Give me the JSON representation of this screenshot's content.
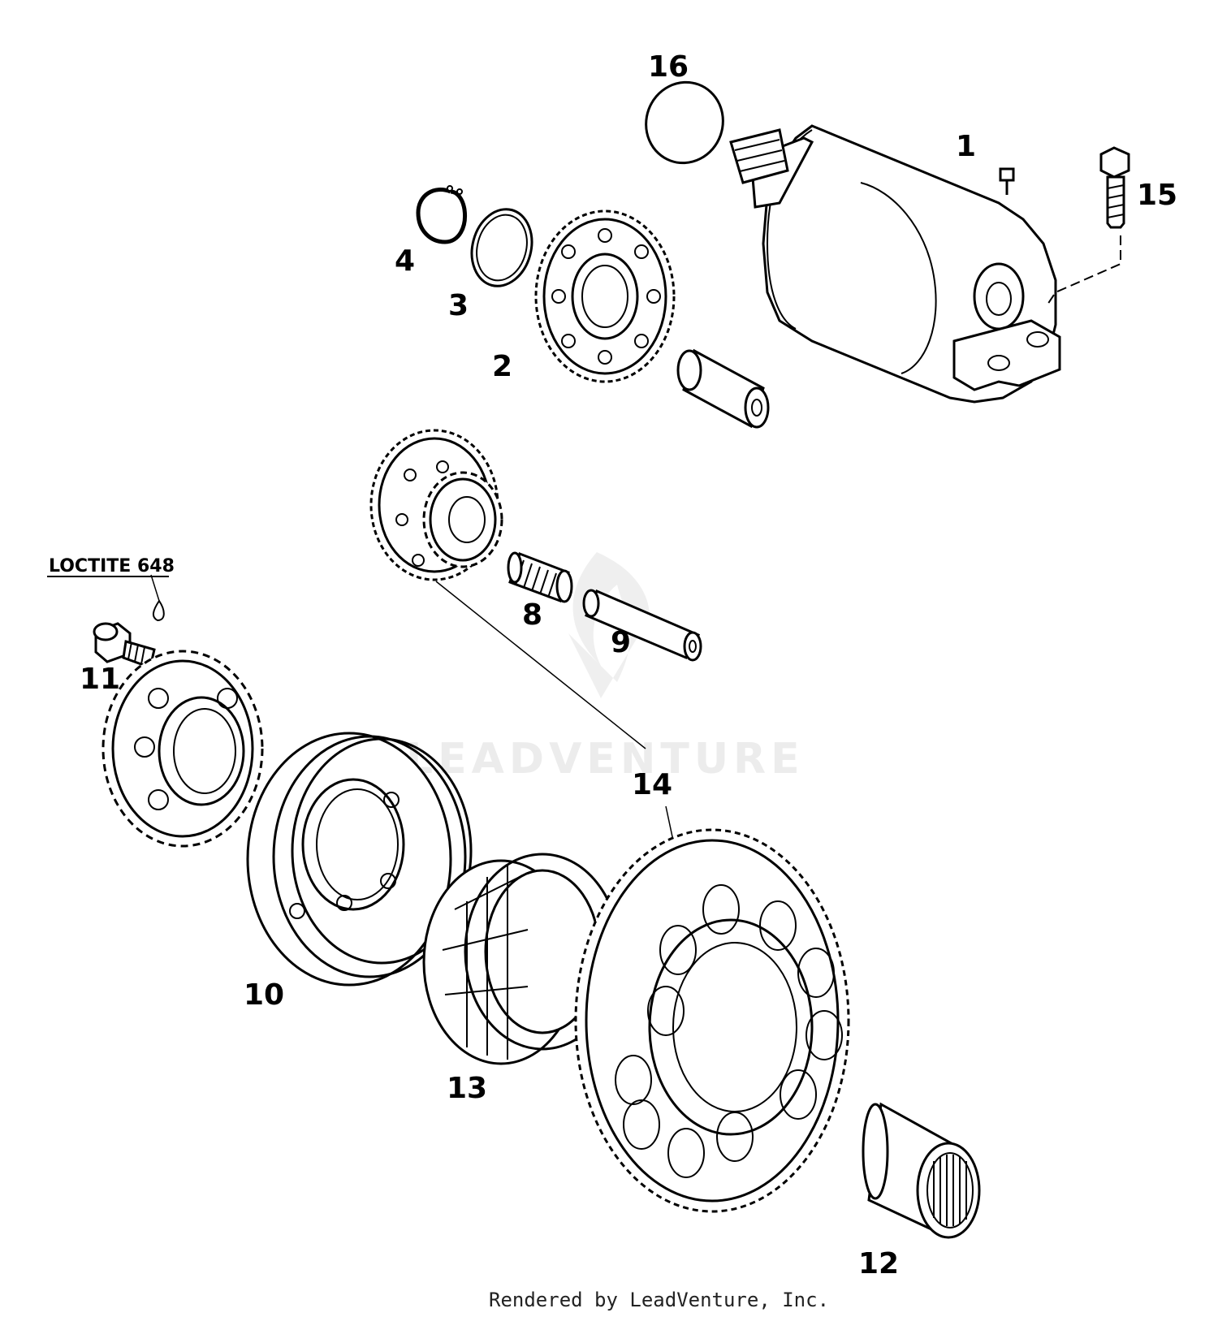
{
  "callouts": [
    {
      "id": "1",
      "text": "1"
    },
    {
      "id": "2",
      "text": "2"
    },
    {
      "id": "3",
      "text": "3"
    },
    {
      "id": "4",
      "text": "4"
    },
    {
      "id": "8",
      "text": "8"
    },
    {
      "id": "9",
      "text": "9"
    },
    {
      "id": "10",
      "text": "10"
    },
    {
      "id": "11",
      "text": "11"
    },
    {
      "id": "12",
      "text": "12"
    },
    {
      "id": "13",
      "text": "13"
    },
    {
      "id": "14",
      "text": "14"
    },
    {
      "id": "15",
      "text": "15"
    },
    {
      "id": "16",
      "text": "16"
    }
  ],
  "note": "LOCTITE 648",
  "watermark": "LEADVENTURE",
  "footer": "Rendered by LeadVenture, Inc."
}
